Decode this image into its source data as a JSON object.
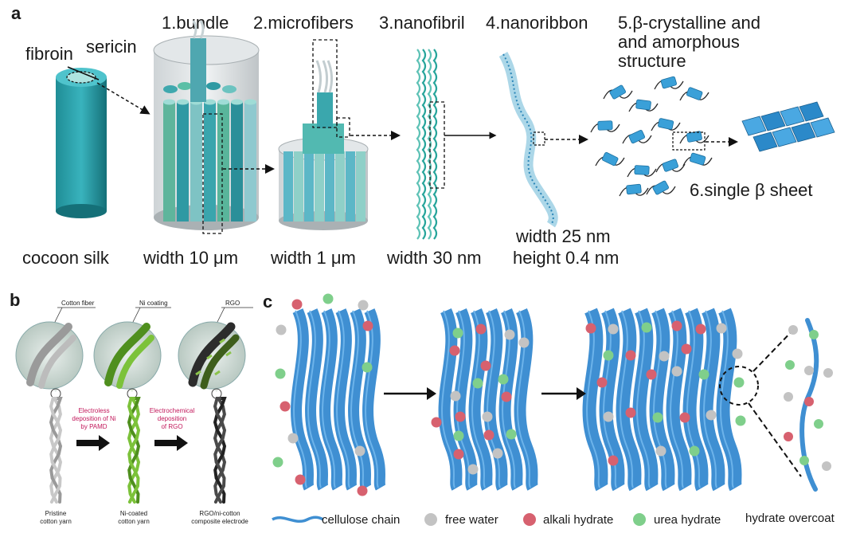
{
  "panel_a": {
    "letter": "a",
    "stage_labels": [
      "1.bundle",
      "2.microfibers",
      "3.nanofibril",
      "4.nanoribbon"
    ],
    "stage5_lines": [
      "5.β-crystalline and",
      "and amorphous",
      "structure"
    ],
    "stage6": "6.single β sheet",
    "fibroin": "fibroin",
    "sericin": "sericin",
    "widths": [
      "cocoon silk",
      "width 10 μm",
      "width 1 μm",
      "width 30 nm"
    ],
    "nanoribbon_dims": [
      "width 25 nm",
      "height 0.4 nm"
    ],
    "colors": {
      "teal": "#2a9fa8",
      "teal_dark": "#1c7a82",
      "green": "#59b59b",
      "blue": "#3aa0d8"
    }
  },
  "panel_b": {
    "letter": "b",
    "callouts": [
      "Cotton fiber",
      "Ni coating",
      "RGO"
    ],
    "steps": [
      [
        "Electroless",
        "deposition of Ni",
        "by PAMD"
      ],
      [
        "Electrochemical",
        "deposition",
        "of RGO"
      ]
    ],
    "captions": [
      [
        "Pristine",
        "cotton yarn"
      ],
      [
        "Ni-coated",
        "cotton yarn"
      ],
      [
        "RGO/ni-cotton",
        "composite electrode"
      ]
    ]
  },
  "panel_c": {
    "letter": "c",
    "legend": {
      "cellulose": "cellulose chain",
      "free_water": "free water",
      "alkali": "alkali hydrate",
      "urea": "urea hydrate",
      "overcoat": "hydrate overcoat"
    },
    "colors": {
      "fiber": "#3f8fd2",
      "fiber_light": "#6cb3ea",
      "gray": "#c3c3c3",
      "red": "#d7616f",
      "green": "#7fcf8b"
    }
  }
}
